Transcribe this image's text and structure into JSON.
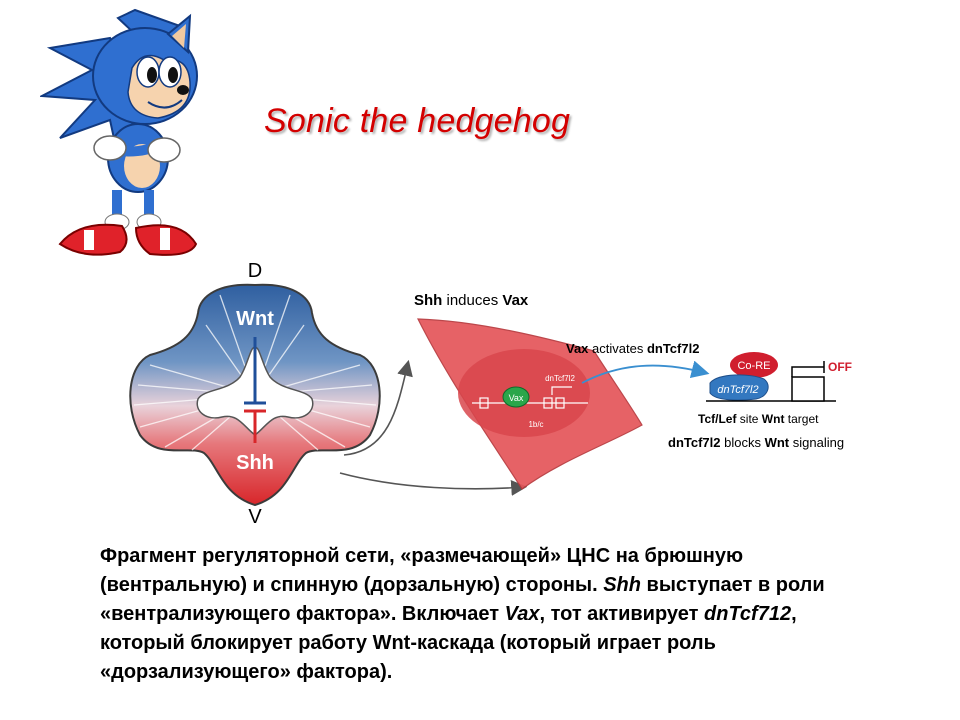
{
  "slide": {
    "title": "Sonic the hedgehog"
  },
  "diagram": {
    "neural_tube": {
      "dorsal_label": "D",
      "ventral_label": "V",
      "wnt_label": "Wnt",
      "shh_label": "Shh"
    },
    "cell_panel": {
      "heading_gene": "Shh",
      "heading_verb": " induces ",
      "heading_target": "Vax",
      "vax_label": "Vax",
      "dntcf_small": "dnTcf7l2",
      "site_label_line": "1b/c"
    },
    "pathway": {
      "activates_gene": "Vax",
      "activates_verb": " activates ",
      "activates_target": "dnTcf7l2",
      "core_label": "Co-RE",
      "dntcf_label": "dnTcf7l2",
      "off_label": "OFF",
      "site_bold": "Tcf/Lef",
      "site_rest": " site ",
      "target_bold": "Wnt",
      "target_rest": " target",
      "blocks_gene": "dnTcf7l2",
      "blocks_verb": " blocks ",
      "blocks_target": "Wnt",
      "blocks_rest": " signaling"
    }
  },
  "caption": {
    "p1": "Фрагмент регуляторной сети, «размечающей» ЦНС на брюшную (вентральную) и спинную (дорзальную) стороны. ",
    "shh": "Shh",
    "p2": " выступает в роли «вентрализующего фактора». Включает ",
    "vax": "Vax",
    "p3": ", тот активирует ",
    "dntcf": "dnTcf712",
    "p4": ", который блокирует работу Wnt-каскада (который играет роль «дорзализующего» фактора)."
  },
  "colors": {
    "title": "#d40000",
    "wnt_blue": "#2f5fa0",
    "shh_red": "#d8262a",
    "panel_red": "#e4555a",
    "vax_green": "#2aa64a",
    "core_red": "#d01e2e",
    "dntcf_blue": "#3378c0"
  }
}
